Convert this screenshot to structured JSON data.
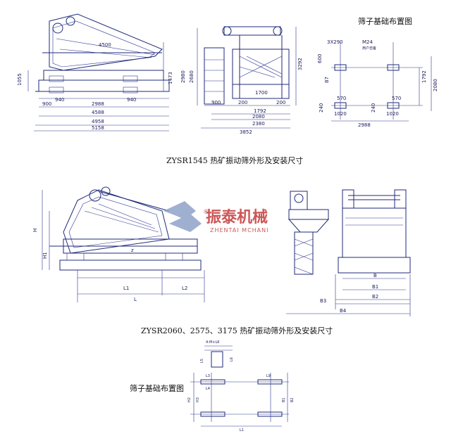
{
  "titles": {
    "zysr1545": "ZYSR1545 热矿振动筛外形及安装尺寸",
    "zysr2060": "ZYSR2060、2575、3175 热矿振动筛外形及安装尺寸",
    "foundation_top": "筛子基础布置图",
    "foundation_bottom": "筛子基础布置图"
  },
  "watermark": {
    "brand_cn": "振泰机械",
    "brand_en": "ZHENTAI MCHANI",
    "color": "#c43a3a"
  },
  "top_side_dims": [
    "1055",
    "900",
    "940",
    "2988",
    "940",
    "4588",
    "4958",
    "5158",
    "4500",
    "1473"
  ],
  "top_end_dims": [
    "2980",
    "2680",
    "3292",
    "1700",
    "900",
    "200",
    "1792",
    "2080",
    "200",
    "2380",
    "3852"
  ],
  "foundation_top_dims": [
    "3X290",
    "M24",
    "用户自备",
    "600",
    "87",
    "570",
    "570",
    "1792",
    "2080",
    "240",
    "1020",
    "240",
    "1020",
    "2988"
  ],
  "mid_side_dims": [
    "L1",
    "L2",
    "L",
    "H",
    "H1",
    "z"
  ],
  "mid_end_dims": [
    "B",
    "B1",
    "B2",
    "B3",
    "B4"
  ],
  "foundation_bottom_dims": [
    "L3",
    "L4",
    "L5",
    "L6",
    "L1",
    "L9",
    "H2",
    "H3",
    "B1",
    "B2",
    "4-M×L6"
  ]
}
